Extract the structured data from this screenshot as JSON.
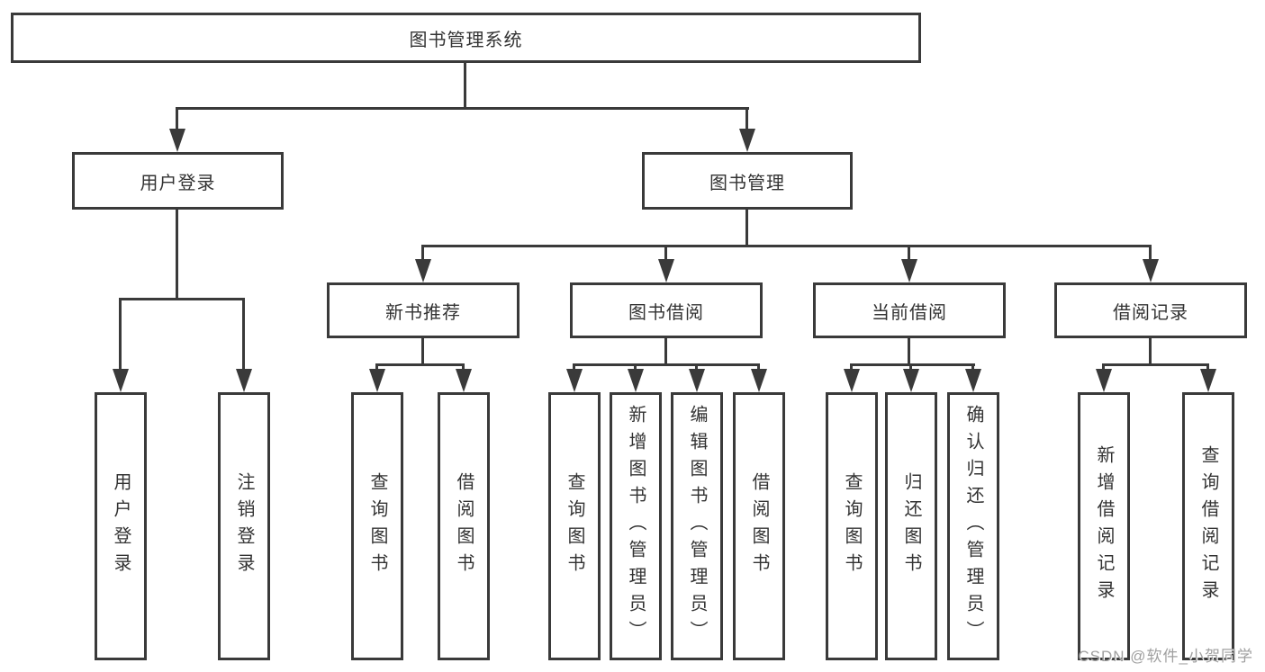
{
  "diagram": {
    "root": {
      "label": "图书管理系统"
    },
    "level2": [
      {
        "label": "用户登录",
        "children": [
          {
            "label": "用户登录"
          },
          {
            "label": "注销登录"
          }
        ]
      },
      {
        "label": "图书管理",
        "children": [
          {
            "label": "新书推荐",
            "children": [
              {
                "label": "查询图书"
              },
              {
                "label": "借阅图书"
              }
            ]
          },
          {
            "label": "图书借阅",
            "children": [
              {
                "label": "查询图书"
              },
              {
                "label": "新增图书（管理员）"
              },
              {
                "label": "编辑图书（管理员）"
              },
              {
                "label": "借阅图书"
              }
            ]
          },
          {
            "label": "当前借阅",
            "children": [
              {
                "label": "查询图书"
              },
              {
                "label": "归还图书"
              },
              {
                "label": "确认归还（管理员）"
              }
            ]
          },
          {
            "label": "借阅记录",
            "children": [
              {
                "label": "新增借阅记录"
              },
              {
                "label": "查询借阅记录"
              }
            ]
          }
        ]
      }
    ]
  },
  "watermark": {
    "text": "CSDN @软件_小贺同学"
  },
  "colors": {
    "line": "#3a3a3a",
    "text": "#333333",
    "background": "#ffffff",
    "watermark": "#a0a0a0"
  }
}
